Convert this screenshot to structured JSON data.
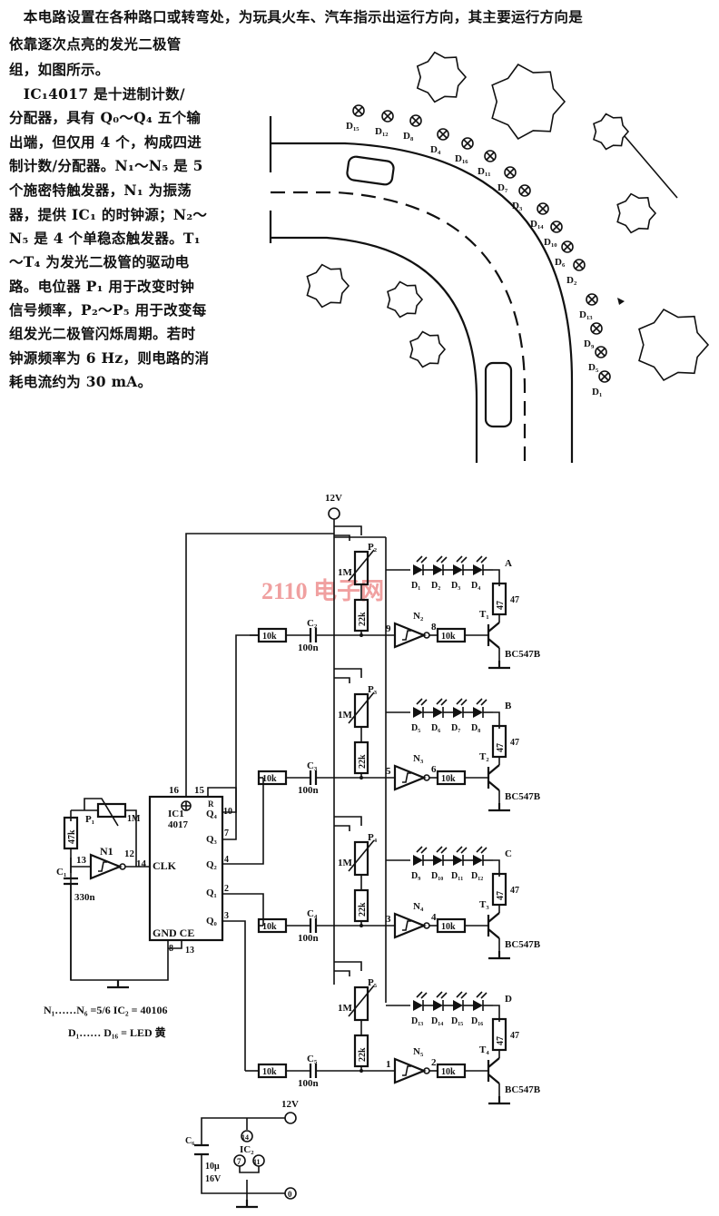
{
  "article": {
    "lines": [
      "　本电路设置在各种路口或转弯处，为玩具火车、汽车指示出运行方向，其主要运行方向是",
      "依靠逐次点亮的发光二极管",
      "组，如图所示。",
      "　IC₁4017 是十进制计数/",
      "分配器，具有 Q₀～Q₄ 五个输",
      "出端，但仅用 4 个，构成四进",
      "制计数/分配器。N₁～N₅ 是 5",
      "个施密特触发器，N₁ 为振荡",
      "器，提供 IC₁ 的时钟源；N₂～",
      "N₅ 是 4 个单稳态触发器。T₁",
      "～T₄ 为发光二极管的驱动电",
      "路。电位器 P₁ 用于改变时钟",
      "信号频率，P₂～P₅ 用于改变每",
      "组发光二极管闪烁周期。若时",
      "钟源频率为 6 Hz，则电路的消",
      "耗电流约为 30 mA。"
    ]
  },
  "road": {
    "leds": [
      "D₁₅",
      "D₁₂",
      "D₈",
      "D₄",
      "D₁₆",
      "D₁₁",
      "D₇",
      "D₃",
      "D₁₄",
      "D₁₀",
      "D₆",
      "D₂",
      "D₁₃",
      "D₉",
      "D₅",
      "D₁"
    ]
  },
  "circuit": {
    "supply": "12V",
    "watermark": "2110 电子网",
    "ic1": {
      "name": "IC1",
      "part": "4017",
      "clk": "CLK",
      "gnd_ce": "GND CE",
      "reset": "R",
      "pins": {
        "vdd": "16",
        "r": "15",
        "q4": "10",
        "q3": "7",
        "q2": "4",
        "q1": "2",
        "q0": "3",
        "gnd": "8",
        "ce": "13",
        "clk": "14"
      },
      "outputs": [
        "Q₄",
        "Q₃",
        "Q₂",
        "Q₁",
        "Q₀"
      ]
    },
    "oscillator": {
      "inverter": "N1",
      "in_pin": "13",
      "out_pin": "12",
      "pot": "P₁",
      "pot_value": "1M",
      "resistor": "47k",
      "cap": "C₁",
      "cap_value": "330n"
    },
    "stages": [
      {
        "pot": "P₂",
        "pot_value": "1M",
        "res": "22k",
        "cap": "C₂",
        "cap_value": "100n",
        "in_res": "10k",
        "inv": "N₂",
        "pin_in": "9",
        "pin_out": "8",
        "base_res": "10k",
        "leds": [
          "D₁",
          "D₂",
          "D₃",
          "D₄"
        ],
        "led_res": "47",
        "transistor": "T₁",
        "part": "BC547B",
        "out": "A"
      },
      {
        "pot": "P₃",
        "pot_value": "1M",
        "res": "22k",
        "cap": "C₃",
        "cap_value": "100n",
        "in_res": "10k",
        "inv": "N₃",
        "pin_in": "5",
        "pin_out": "6",
        "base_res": "10k",
        "leds": [
          "D₅",
          "D₆",
          "D₇",
          "D₈"
        ],
        "led_res": "47",
        "transistor": "T₂",
        "part": "BC547B",
        "out": "B"
      },
      {
        "pot": "P₄",
        "pot_value": "1M",
        "res": "22k",
        "cap": "C₄",
        "cap_value": "100n",
        "in_res": "10k",
        "inv": "N₄",
        "pin_in": "3",
        "pin_out": "4",
        "base_res": "10k",
        "leds": [
          "D₉",
          "D₁₀",
          "D₁₁",
          "D₁₂"
        ],
        "led_res": "47",
        "transistor": "T₃",
        "part": "BC547B",
        "out": "C"
      },
      {
        "pot": "P₅",
        "pot_value": "1M",
        "res": "22k",
        "cap": "C₅",
        "cap_value": "100n",
        "in_res": "10k",
        "inv": "N₅",
        "pin_in": "1",
        "pin_out": "2",
        "base_res": "10k",
        "leds": [
          "D₁₃",
          "D₁₄",
          "D₁₅",
          "D₁₆"
        ],
        "led_res": "47",
        "transistor": "T₄",
        "part": "BC547B",
        "out": "D"
      }
    ],
    "notes": [
      "N₁……N₆  =5/6  IC₂  =  40106",
      "D₁…… D₁₆  =  LED 黄"
    ],
    "power": {
      "supply": "12V",
      "ground": "0",
      "cap": "C₆",
      "cap_value": "10μ",
      "cap_voltage": "16V",
      "ic": "IC₂",
      "pins": [
        "14",
        "7",
        "11"
      ]
    }
  }
}
